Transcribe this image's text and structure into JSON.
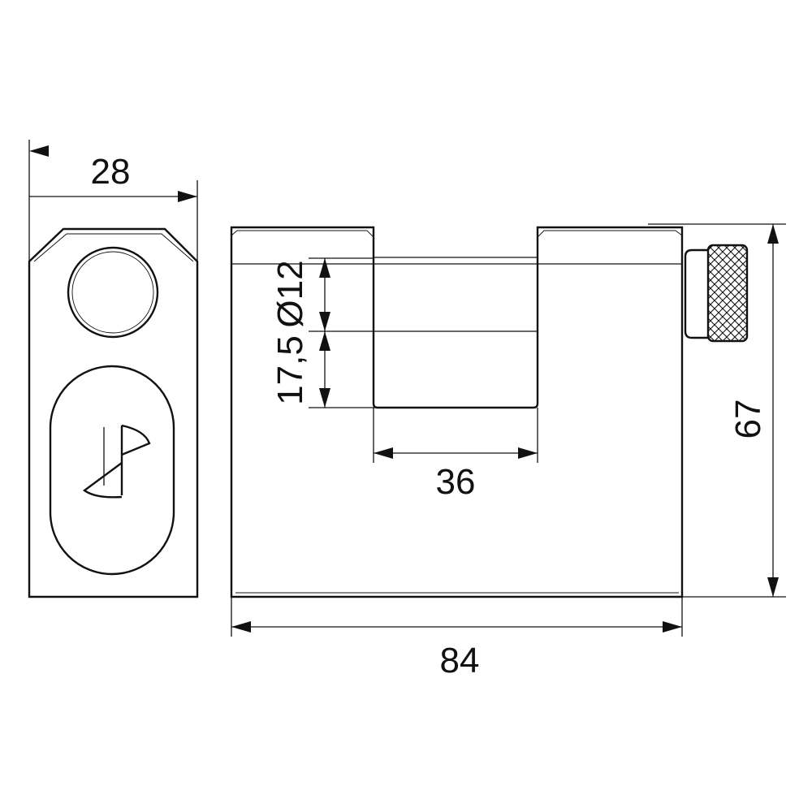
{
  "dimensions": {
    "side_width": "28",
    "overall_width": "84",
    "overall_height": "67",
    "shackle_opening": "36",
    "shackle_diameter": "Ø12",
    "shackle_clearance": "17,5"
  },
  "colors": {
    "line": "#111111",
    "background": "#ffffff"
  }
}
